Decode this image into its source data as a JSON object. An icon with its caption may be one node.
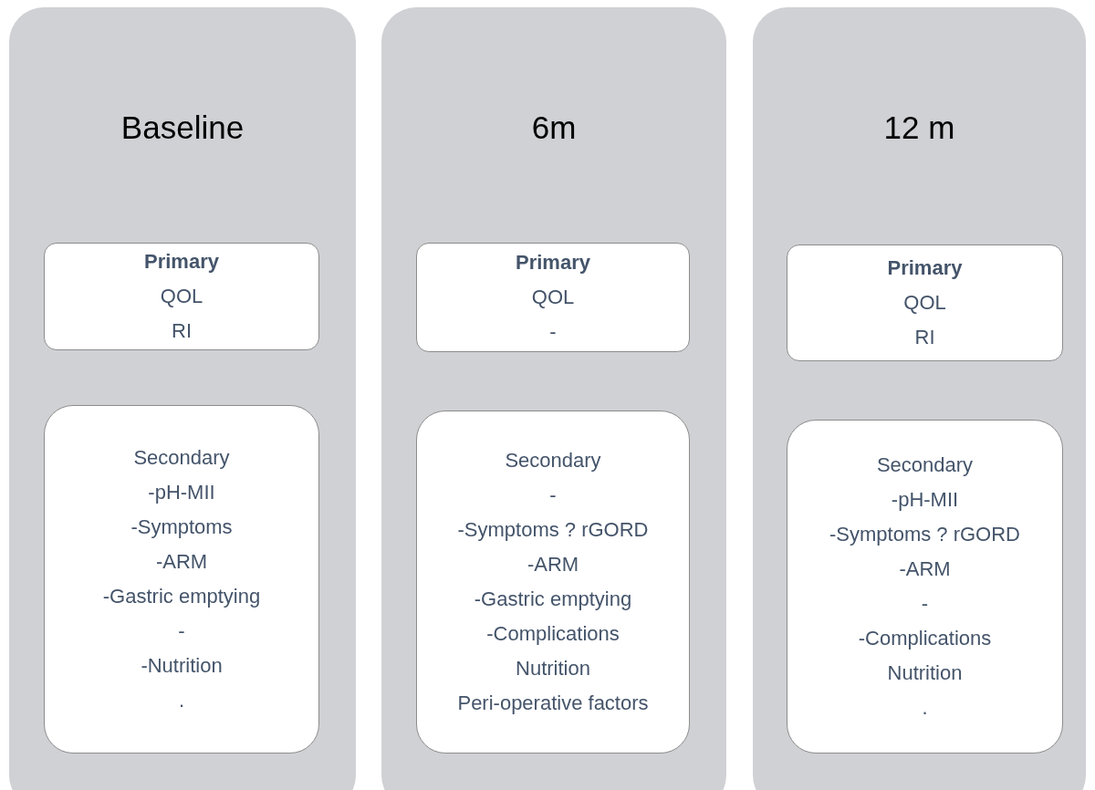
{
  "diagram": {
    "nodes": [
      {
        "text": [
          "Baseline"
        ]
      },
      {
        "text": [
          "Primary",
          "QOL",
          "RI"
        ],
        "in": 0
      },
      {
        "text": [
          "Secondary",
          "-pH-MII",
          "-Symptoms",
          "-ARM",
          "-Gastric emptying",
          "-",
          "-Nutrition",
          "."
        ],
        "in": 0
      },
      {
        "text": [
          "6m"
        ]
      },
      {
        "text": [
          "Primary",
          "QOL",
          "-"
        ],
        "in": 3
      },
      {
        "text": [
          "Secondary",
          "-",
          "-Symptoms ? rGORD",
          "-ARM",
          "-Gastric emptying",
          "-Complications",
          "Nutrition",
          "Peri-operative factors"
        ],
        "in": 3
      },
      {
        "text": [
          "12 m"
        ]
      },
      {
        "text": [
          "Primary",
          "QOL",
          "RI"
        ],
        "in": 6
      },
      {
        "text": [
          "Secondary",
          "-pH-MII",
          "-Symptoms ? rGORD",
          "-ARM",
          "-",
          "-Complications",
          "Nutrition",
          "."
        ],
        "in": 6
      }
    ]
  }
}
